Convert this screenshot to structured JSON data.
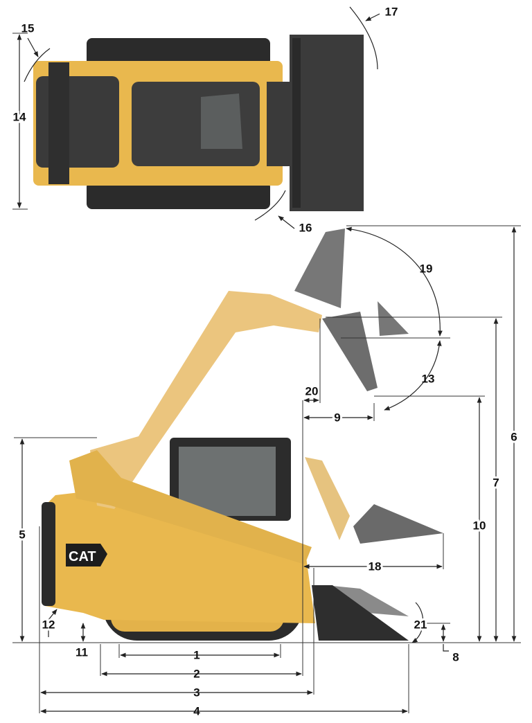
{
  "callouts": [
    "1",
    "2",
    "3",
    "4",
    "5",
    "6",
    "7",
    "8",
    "9",
    "10",
    "11",
    "12",
    "13",
    "14",
    "15",
    "16",
    "17",
    "18",
    "19",
    "20",
    "21"
  ],
  "brand_logo": "CAT",
  "colors": {
    "machine_yellow": "#e9b84e",
    "arm_yellow": "#ebc57e",
    "track": "#2b2b2b",
    "bucket": "#4a4a4a",
    "ghost_bucket": "#8a8a8a",
    "dimension_line": "#222222"
  }
}
